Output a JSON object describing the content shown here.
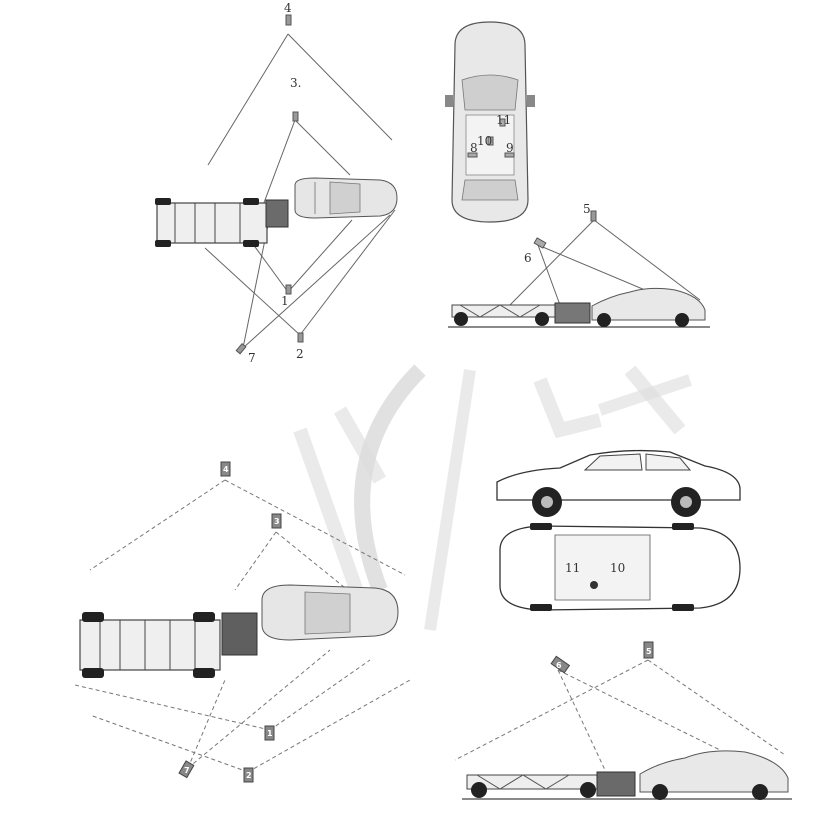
{
  "figure": {
    "watermark": "W-H",
    "colors": {
      "line": "#555555",
      "car_fill": "#e4e4e4",
      "camera_fill": "#8a8a8a",
      "dark": "#222222",
      "watermark": "#d9d9d9"
    }
  },
  "panels": {
    "top_left": {
      "labels": {
        "cam4": "4",
        "cam3": "3.",
        "cam1": "1",
        "cam7": "7",
        "cam2": "2"
      }
    },
    "top_right": {
      "labels": {
        "cam11": "11",
        "cam10": "10",
        "cam8": "8",
        "cam9": "9",
        "cam5": "5",
        "cam6": "6"
      }
    },
    "bottom_left": {
      "labels": {
        "cam4": "4",
        "cam3": "3",
        "cam1": "1",
        "cam7": "7",
        "cam2": "2"
      }
    },
    "bottom_right": {
      "labels": {
        "cam11": "11",
        "cam10": "10",
        "cam5": "5",
        "cam6": "6"
      }
    }
  }
}
